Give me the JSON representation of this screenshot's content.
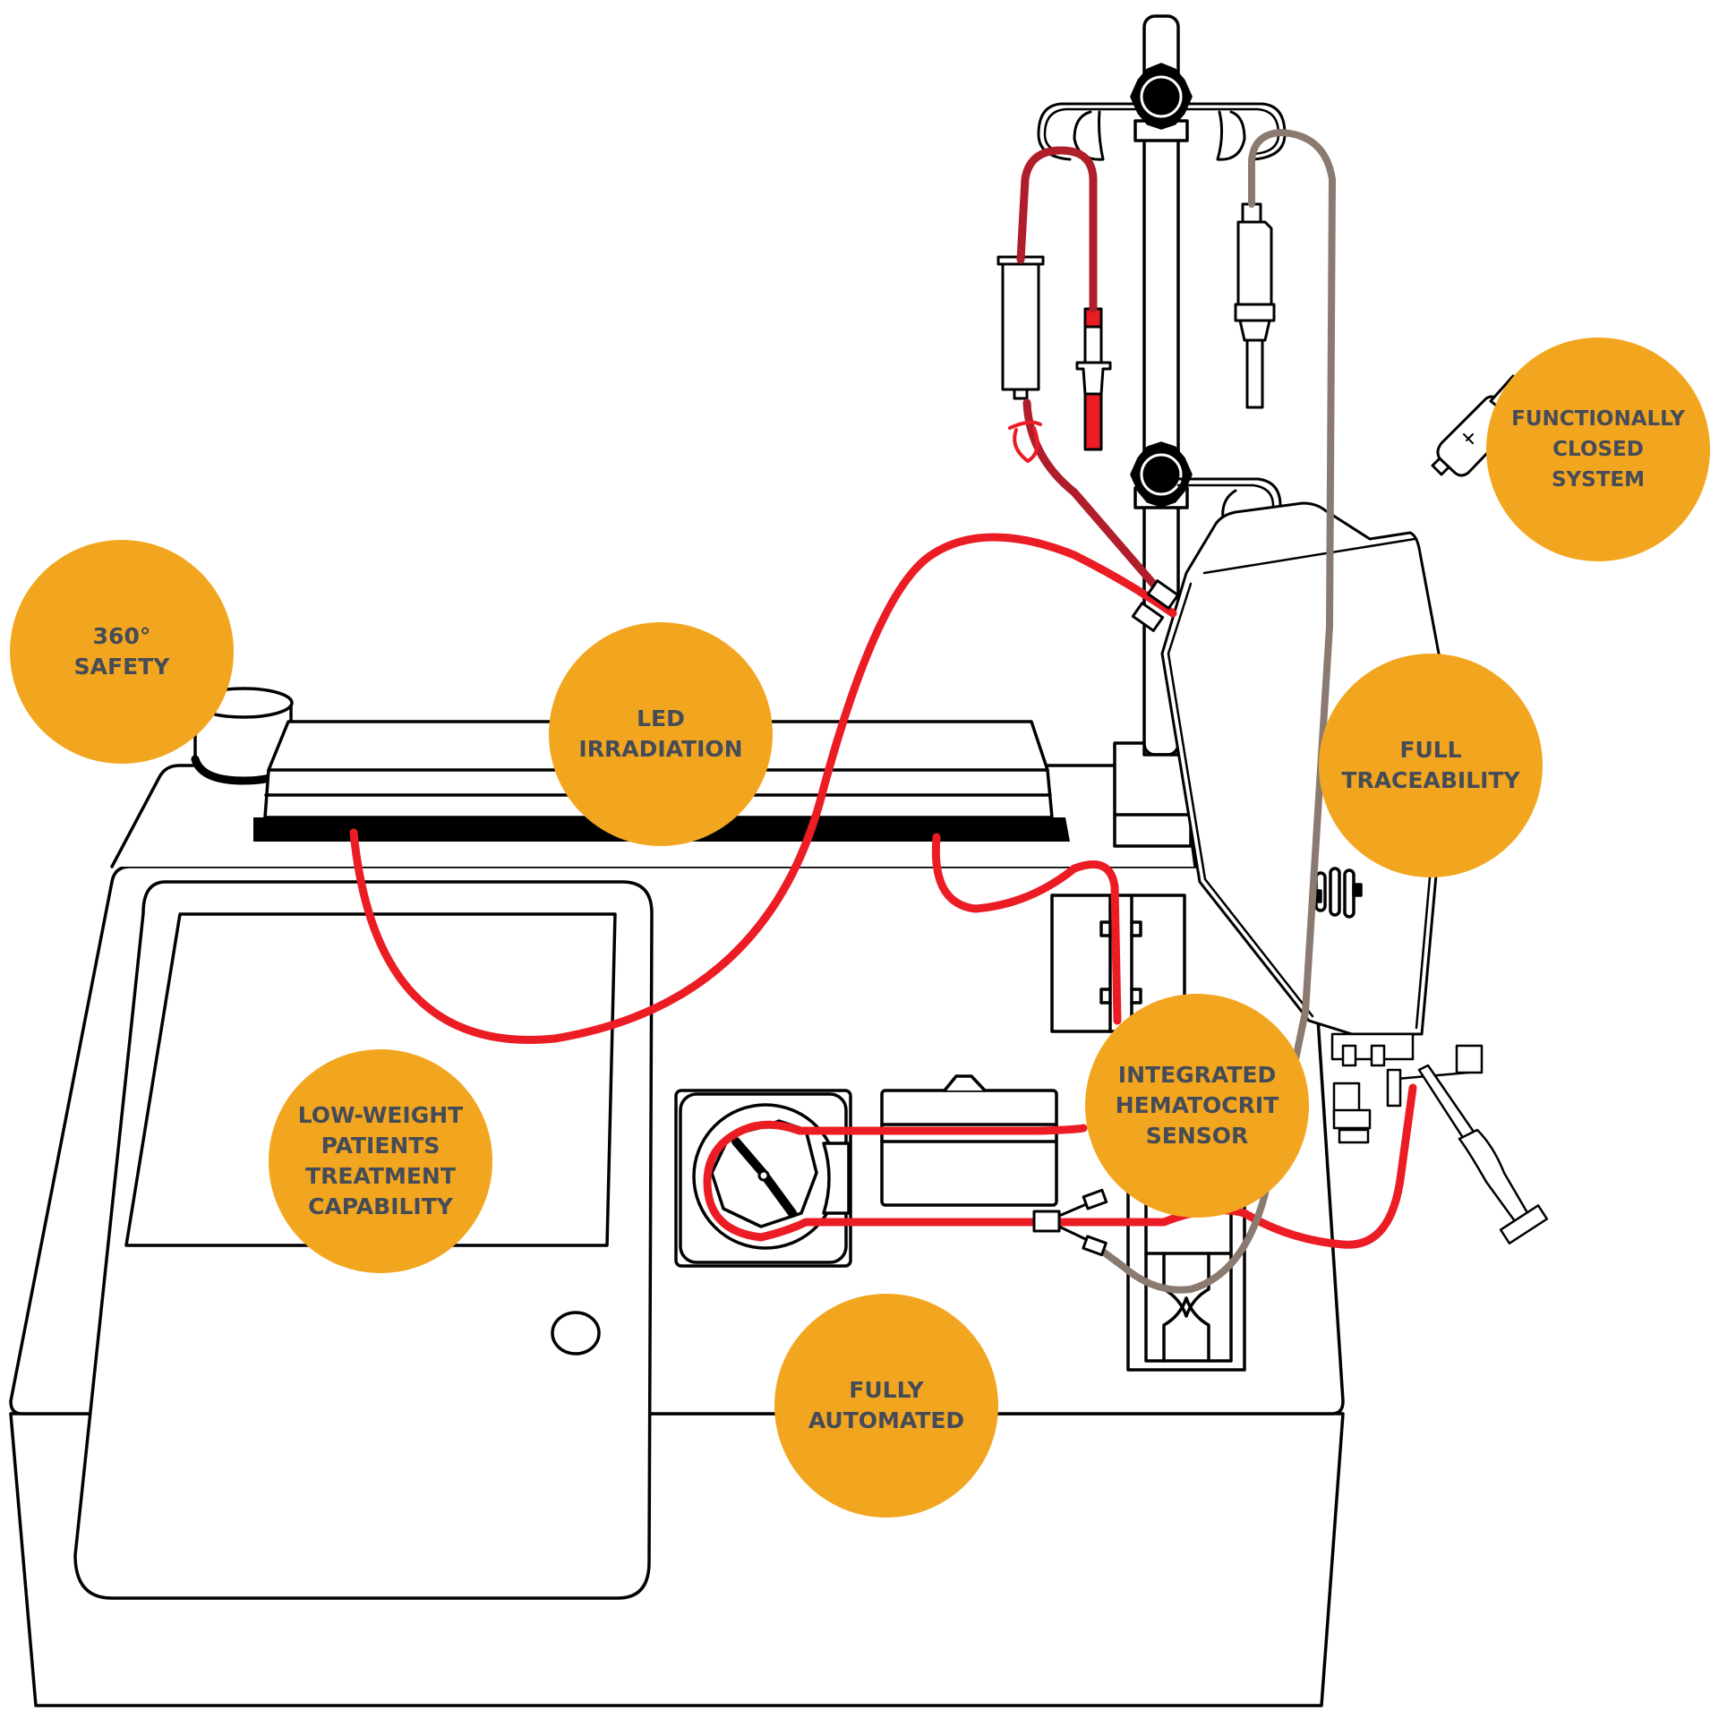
{
  "colors": {
    "badge_fill": "#f2a61f",
    "badge_text": "#454b57",
    "outline": "#000000",
    "tube_red": "#ec1c24",
    "tube_dark_red": "#b01e2b",
    "tube_gray": "#8a7a70",
    "background": "#ffffff"
  },
  "diagram": {
    "subject": "Extracorporeal photopheresis device with disposable kit",
    "components": [
      {
        "id": "device-body",
        "label": "device-body"
      },
      {
        "id": "touch-screen",
        "label": "touch-screen"
      },
      {
        "id": "led-irradiation-tray",
        "label": "led-irradiation-tray"
      },
      {
        "id": "safety-cap",
        "label": "safety-cap"
      },
      {
        "id": "peristaltic-pump",
        "label": "peristaltic-pump"
      },
      {
        "id": "hematocrit-sensor-slot",
        "label": "hematocrit-sensor-slot"
      },
      {
        "id": "iv-pole",
        "label": "iv-pole"
      },
      {
        "id": "collection-bag",
        "label": "collection-bag"
      },
      {
        "id": "drip-chambers",
        "label": "drip-chambers"
      },
      {
        "id": "tubing-lines",
        "label": "tubing-lines"
      }
    ]
  },
  "badges": [
    {
      "id": "safety",
      "lines": [
        "360°",
        "SAFETY"
      ]
    },
    {
      "id": "led",
      "lines": [
        "LED",
        "IRRADIATION"
      ]
    },
    {
      "id": "closed",
      "lines": [
        "FUNCTIONALLY",
        "CLOSED",
        "SYSTEM"
      ]
    },
    {
      "id": "traceability",
      "lines": [
        "FULL",
        "TRACEABILITY"
      ]
    },
    {
      "id": "hematocrit",
      "lines": [
        "INTEGRATED",
        "HEMATOCRIT",
        "SENSOR"
      ]
    },
    {
      "id": "lowweight",
      "lines": [
        "LOW-WEIGHT",
        "PATIENTS",
        "TREATMENT",
        "CAPABILITY"
      ]
    },
    {
      "id": "automated",
      "lines": [
        "FULLY",
        "AUTOMATED"
      ]
    }
  ]
}
